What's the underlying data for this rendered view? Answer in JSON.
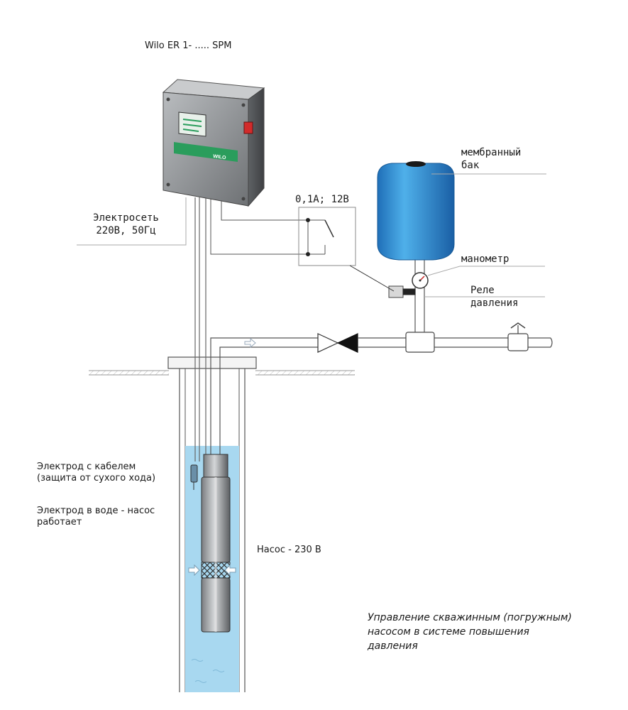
{
  "device_title": "Wilo ER 1- ..... SPM",
  "controller": {
    "display_brand": "WILO"
  },
  "labels": {
    "power_line_1": "Электросеть",
    "power_line_2": "220В, 50Гц",
    "relay_rating": "0,1А; 12В",
    "tank_line_1": "мембранный",
    "tank_line_2": "бак",
    "manometer": "манометр",
    "pressure_relay_line_1": "Реле",
    "pressure_relay_line_2": "давления",
    "electrode_line_1": "Электрод с кабелем",
    "electrode_line_2": "(защита от сухого хода)",
    "electrode_water_line_1": "Электрод в воде - насос",
    "electrode_water_line_2": "работает",
    "pump": "Насос - 230 В"
  },
  "caption": {
    "line_1": "Управление скважинным (погружным)",
    "line_2": "насосом в системе повышения",
    "line_3": "давления"
  },
  "colors": {
    "water": "#a8d8f0",
    "tank": "#2a8fd6",
    "controller_body": "#8a8d90",
    "brand_green": "#2a9d5c",
    "indicator_red": "#d22b2b",
    "pipe_stroke": "#555555"
  }
}
